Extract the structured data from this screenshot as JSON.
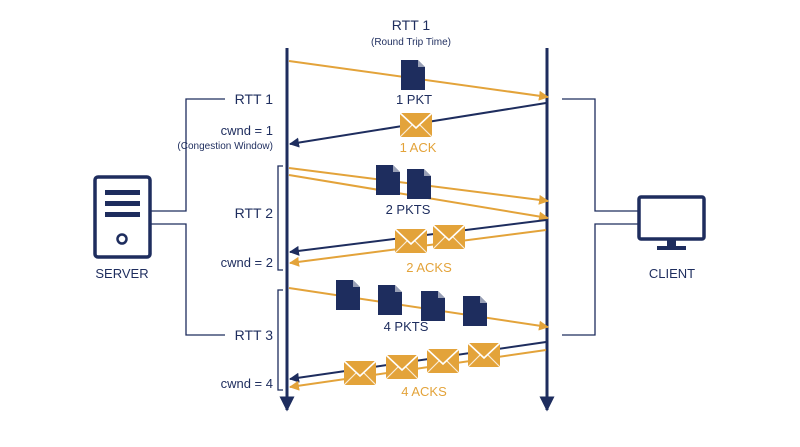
{
  "colors": {
    "navy": "#1e2d5e",
    "gold": "#e3a33a",
    "gold_dark": "#b97f1d",
    "background": "#ffffff"
  },
  "header": {
    "title": "RTT 1",
    "subtitle": "(Round Trip Time)"
  },
  "server": {
    "label": "SERVER",
    "icon": "server-icon"
  },
  "client": {
    "label": "CLIENT",
    "icon": "monitor-icon"
  },
  "rounds": [
    {
      "rtt_label": "RTT 1",
      "cwnd_label": "cwnd = 1",
      "cwnd_note": "(Congestion Window)",
      "packets_label": "1 PKT",
      "acks_label": "1 ACK",
      "packet_count": 1,
      "ack_count": 1
    },
    {
      "rtt_label": "RTT 2",
      "cwnd_label": "cwnd = 2",
      "cwnd_note": "",
      "packets_label": "2 PKTS",
      "acks_label": "2 ACKS",
      "packet_count": 2,
      "ack_count": 2
    },
    {
      "rtt_label": "RTT 3",
      "cwnd_label": "cwnd = 4",
      "cwnd_note": "",
      "packets_label": "4 PKTS",
      "acks_label": "4 ACKS",
      "packet_count": 4,
      "ack_count": 4
    }
  ]
}
